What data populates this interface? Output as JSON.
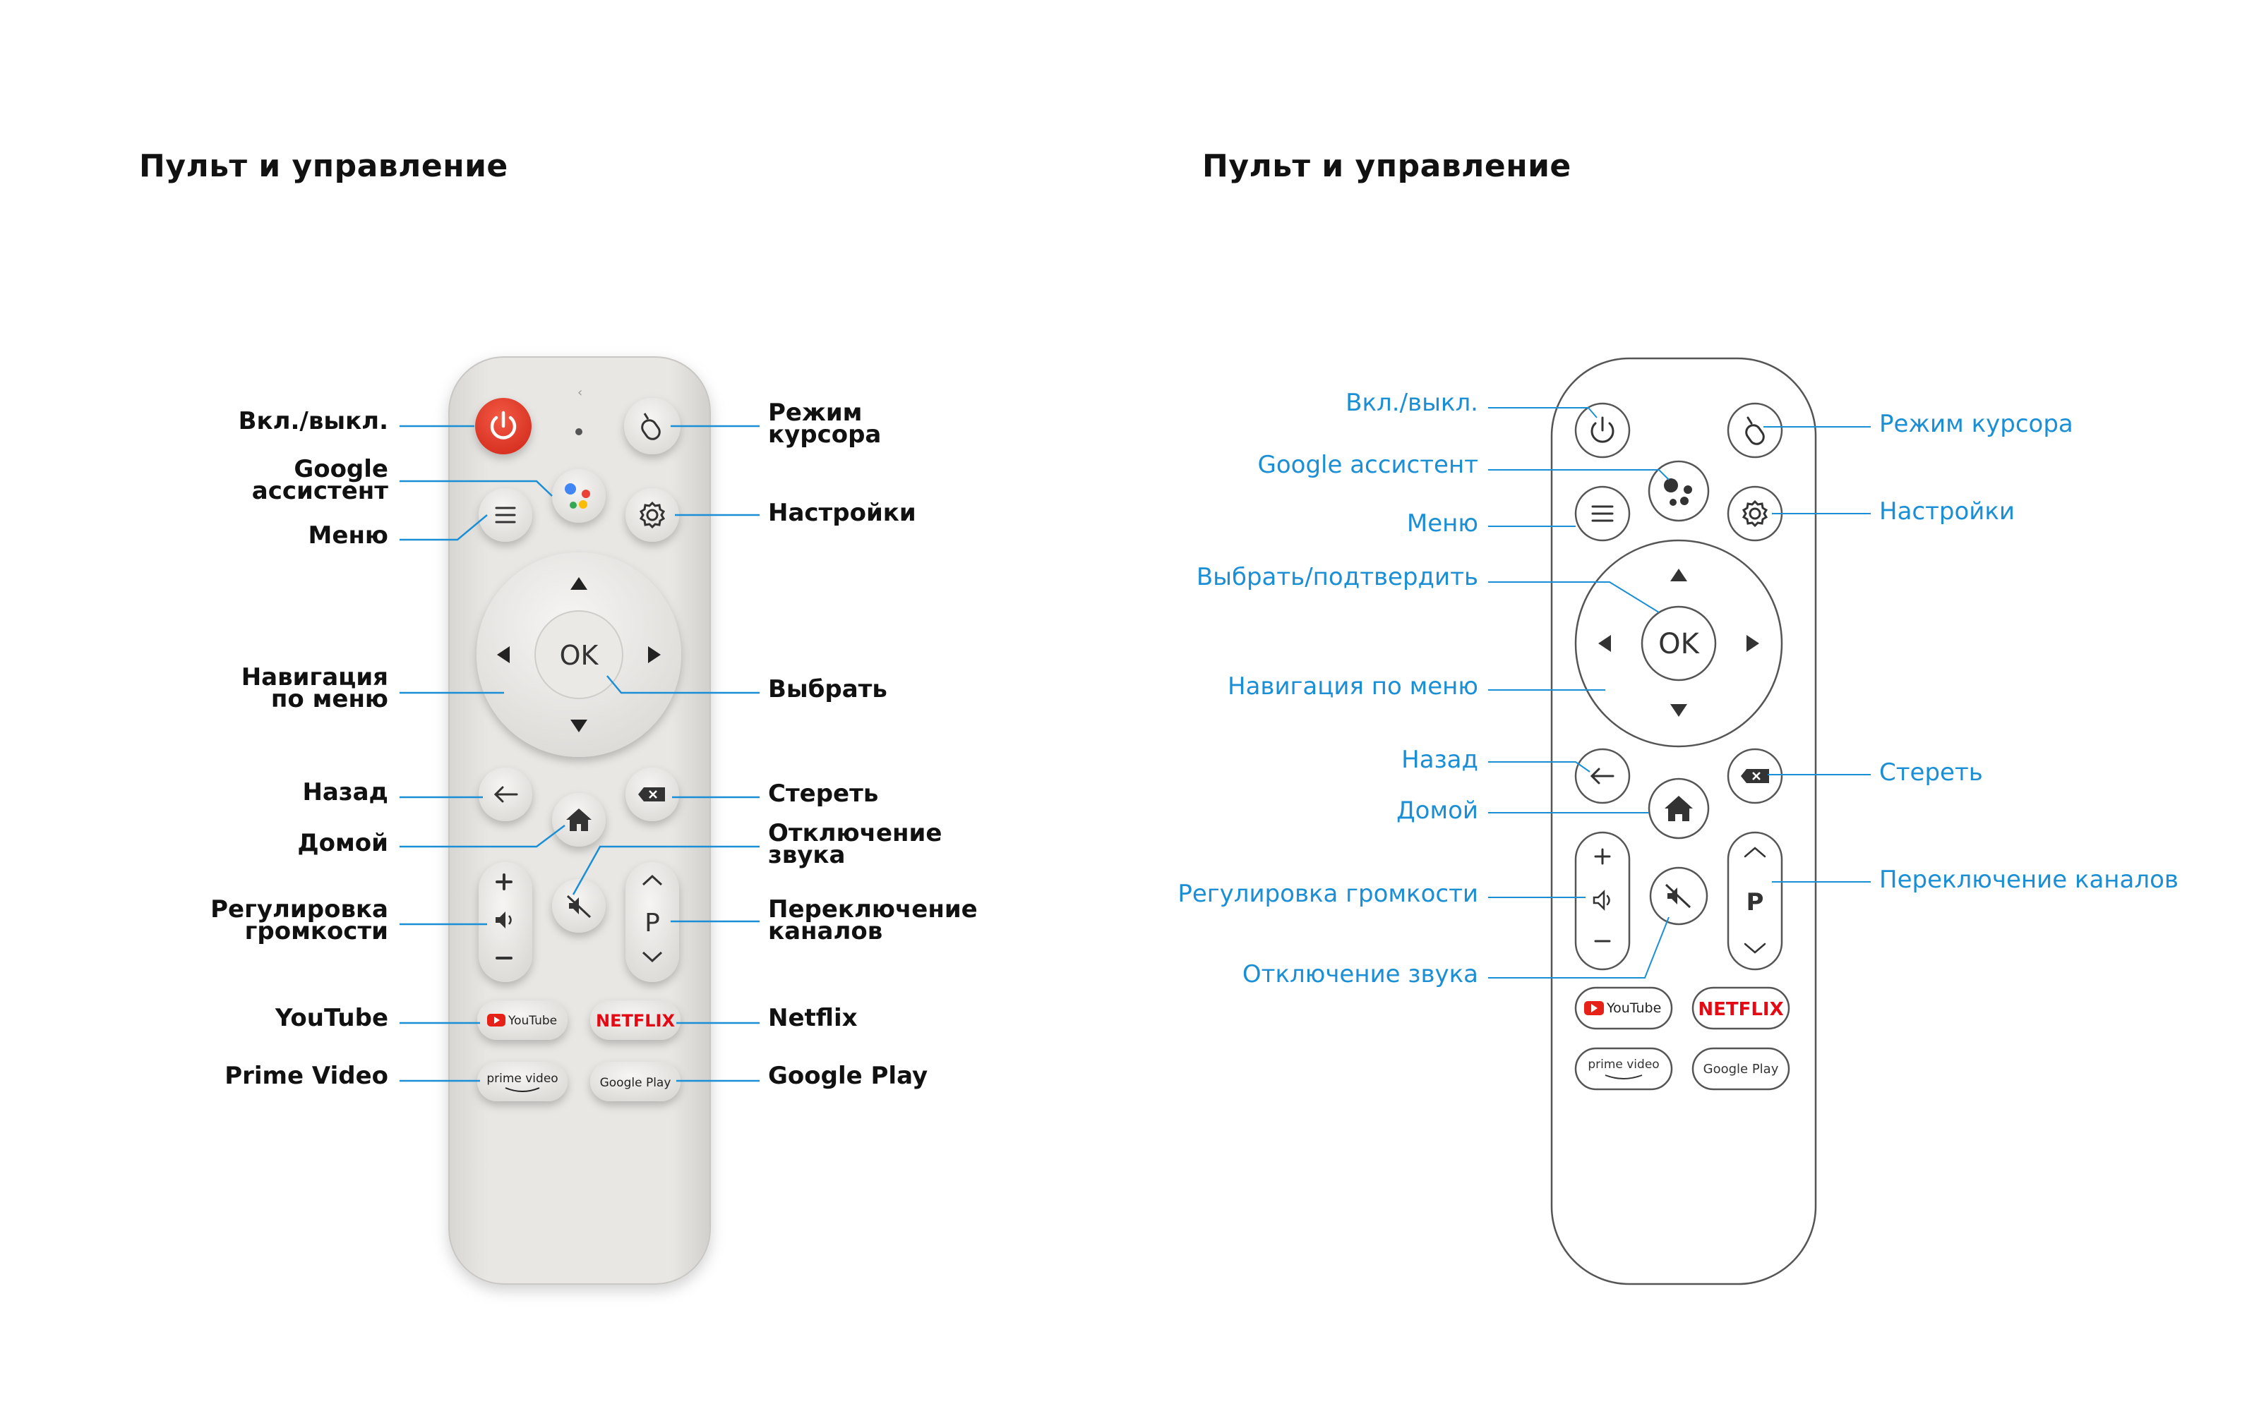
{
  "titles": {
    "left": "Пульт и управление",
    "right": "Пульт и управление"
  },
  "remote_text": {
    "ok": "OK",
    "p": "P",
    "youtube": "YouTube",
    "netflix": "NETFLIX",
    "prime": "prime video",
    "gplay": "Google Play"
  },
  "left_labels": {
    "power": "Вкл./выкл.",
    "google_l1": "Google",
    "google_l2": "ассистент",
    "menu": "Меню",
    "nav_l1": "Навигация",
    "nav_l2": "по меню",
    "back": "Назад",
    "home": "Домой",
    "volume_l1": "Регулировка",
    "volume_l2": "громкости",
    "youtube": "YouTube",
    "prime": "Prime Video",
    "cursor_l1": "Режим",
    "cursor_l2": "курсора",
    "settings": "Настройки",
    "select": "Выбрать",
    "erase": "Стереть",
    "mute_l1": "Отключение",
    "mute_l2": "звука",
    "channels_l1": "Переключение",
    "channels_l2": "каналов",
    "netflix": "Netflix",
    "gplay": "Google Play"
  },
  "right_labels": {
    "power": "Вкл./выкл.",
    "google": "Google ассистент",
    "menu": "Меню",
    "select": "Выбрать/подтвердить",
    "nav": "Навигация по меню",
    "back": "Назад",
    "home": "Домой",
    "volume": "Регулировка громкости",
    "mute": "Отключение звука",
    "cursor": "Режим курсора",
    "settings": "Настройки",
    "erase": "Стереть",
    "channels": "Переключение каналов"
  },
  "colors": {
    "accent": "#1b8fd6",
    "power_red": "#e8392a",
    "remote_body": "#e7e5e2",
    "label_dark": "#111111"
  }
}
